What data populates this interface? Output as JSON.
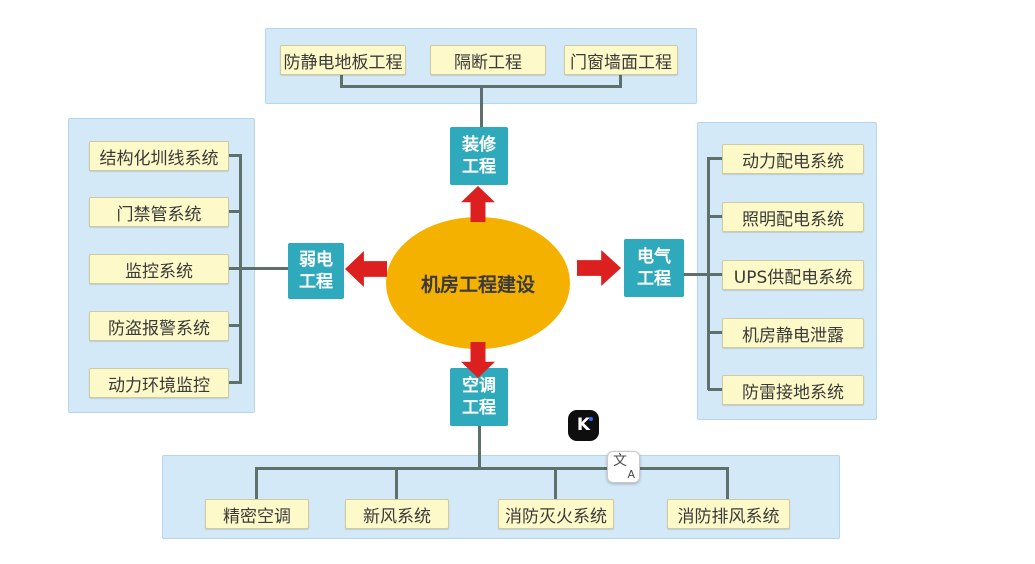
{
  "diagram": {
    "center_label": "机房工程建设",
    "nodes": {
      "decoration": {
        "line1": "装修",
        "line2": "工程"
      },
      "weak_current": {
        "line1": "弱电",
        "line2": "工程"
      },
      "electrical": {
        "line1": "电气",
        "line2": "工程"
      },
      "hvac": {
        "line1": "空调",
        "line2": "工程"
      }
    },
    "panels": {
      "top": {
        "items": [
          "防静电地板工程",
          "隔断工程",
          "门窗墙面工程"
        ]
      },
      "left": {
        "items": [
          "结构化圳线系统",
          "门禁管系统",
          "监控系统",
          "防盗报警系统",
          "动力环境监控"
        ]
      },
      "right": {
        "items": [
          "动力配电系统",
          "照明配电系统",
          "UPS供配电系统",
          "机房静电泄露",
          "防雷接地系统"
        ]
      },
      "bottom": {
        "items": [
          "精密空调",
          "新风系统",
          "消防灭火系统",
          "消防排风系统"
        ]
      }
    }
  },
  "overlays": {
    "assistant_badge_letter": "K",
    "translate_icon_char": "文",
    "translate_icon_letter": "A"
  },
  "colors": {
    "panel_blue": "#d4e9f7",
    "item_yellow": "#fdf9c8",
    "item_border": "#cfcaa0",
    "node_teal": "#2fa9bc",
    "arrow_red": "#dc2020",
    "center_orange": "#f5b100",
    "connector_gray": "#5e706c",
    "badge_black": "#0e0e0e",
    "badge_dot_blue": "#2e6bff",
    "text_dark": "#3a3a3a"
  }
}
